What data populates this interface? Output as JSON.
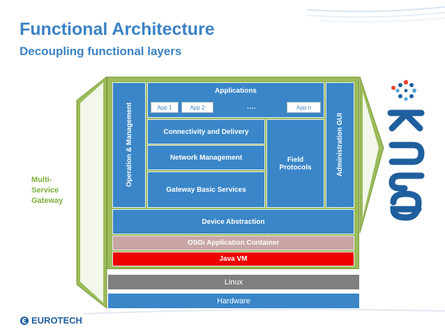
{
  "title": "Functional Architecture",
  "subtitle": "Decoupling functional layers",
  "side_label": [
    "Multi-",
    "Service",
    "Gateway"
  ],
  "layers": {
    "operation_management": "Operation & Management",
    "applications": "Applications",
    "apps": [
      "App 1",
      "App 2",
      "….",
      "App n"
    ],
    "connectivity": "Connectivity and Delivery",
    "network_management": "Network Management",
    "gateway_basic_services": "Gateway Basic Services",
    "field_protocols_line1": "Field",
    "field_protocols_line2": "Protocols",
    "administration_gui": "Administration GUI",
    "device_abstraction": "Device Abstraction",
    "osgi_container": "OSGi Application Container",
    "java_vm": "Java VM",
    "linux": "Linux",
    "hardware": "Hardware"
  },
  "footer": {
    "brand": "EUROTECH"
  },
  "colors": {
    "title_blue": "#3b82c4",
    "layer_blue": "#3a86c8",
    "frame_green": "#9bbb59",
    "java_red": "#ee0000",
    "osgi_pink": "#c9a5a5",
    "linux_gray": "#7f7f7f",
    "side_label_green": "#7cae3a"
  },
  "icons": {
    "logo": "kura-logo",
    "footer_logo": "eurotech-logo"
  }
}
